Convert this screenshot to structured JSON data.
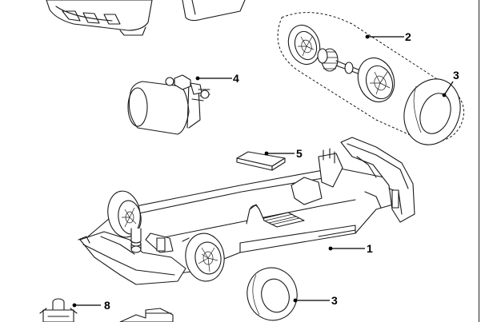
{
  "callouts": {
    "chassis": "1",
    "rear_axle_assembly": "2",
    "tyre_rear": "3",
    "motor": "4",
    "magnet": "5",
    "tyre_front": "3",
    "guide": "8"
  },
  "colors": {
    "line": "#1a1a1a",
    "background": "#ffffff"
  }
}
